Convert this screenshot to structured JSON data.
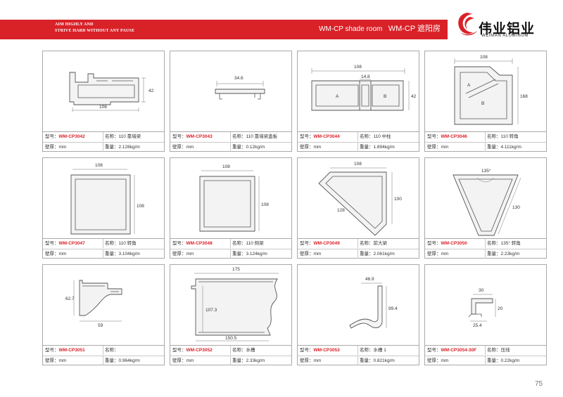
{
  "header": {
    "slogan_line1": "AIM HIGHLY AND",
    "slogan_line2": "STRIVE HARD WITHOUT ANY PAUSE",
    "series_en": "WM-CP shade room",
    "series_code": "WM-CP",
    "series_cn": "遮阳房",
    "brand_cn": "伟业铝业",
    "brand_en": "WEIMAN ALUMINUM",
    "brand_red": "#d92128"
  },
  "labels": {
    "model": "型号：",
    "name": "名称：",
    "thickness": "壁厚：mm",
    "weight": "重量："
  },
  "products": [
    {
      "code": "WM-CP3042",
      "name": "110 靠墙梁",
      "weight": "2.128kg/m",
      "dims": [
        "108",
        "42"
      ]
    },
    {
      "code": "WM-CP3043",
      "name": "110 靠墙梁盖板",
      "weight": "0.12kg/m",
      "dims": [
        "34.6"
      ]
    },
    {
      "code": "WM-CP3044",
      "name": "110 中柱",
      "weight": "1.894kg/m",
      "dims": [
        "108",
        "14.8",
        "42",
        "A",
        "B"
      ]
    },
    {
      "code": "WM-CP3046",
      "name": "110 转角",
      "weight": "4.111kg/m",
      "dims": [
        "108",
        "168",
        "A",
        "B"
      ]
    },
    {
      "code": "WM-CP3047",
      "name": "110 转角",
      "weight": "3.104kg/m",
      "dims": [
        "108",
        "108"
      ]
    },
    {
      "code": "WM-CP3048",
      "name": "110 侧梁",
      "weight": "3.124kg/m",
      "dims": [
        "108",
        "108"
      ]
    },
    {
      "code": "WM-CP3049",
      "name": "前大梁",
      "weight": "2.061kg/m",
      "dims": [
        "108",
        "100",
        "128"
      ]
    },
    {
      "code": "WM-CP3050",
      "name": "135° 转角",
      "weight": "2.23kg/m",
      "dims": [
        "135°",
        "130"
      ]
    },
    {
      "code": "WM-CP3051",
      "name": "",
      "weight": "0.964kg/m",
      "dims": [
        "62.7",
        "59"
      ]
    },
    {
      "code": "WM-CP3052",
      "name": "水槽",
      "weight": "2.33kg/m",
      "dims": [
        "175",
        "107.3",
        "150.5"
      ]
    },
    {
      "code": "WM-CP3053",
      "name": "水槽 1",
      "weight": "0.821kg/m",
      "dims": [
        "46.9",
        "99.4"
      ]
    },
    {
      "code": "WM-CP3054-30F",
      "name": "压线",
      "weight": "0.22kg/m",
      "dims": [
        "30",
        "20",
        "25.4"
      ]
    }
  ],
  "page_number": "75"
}
